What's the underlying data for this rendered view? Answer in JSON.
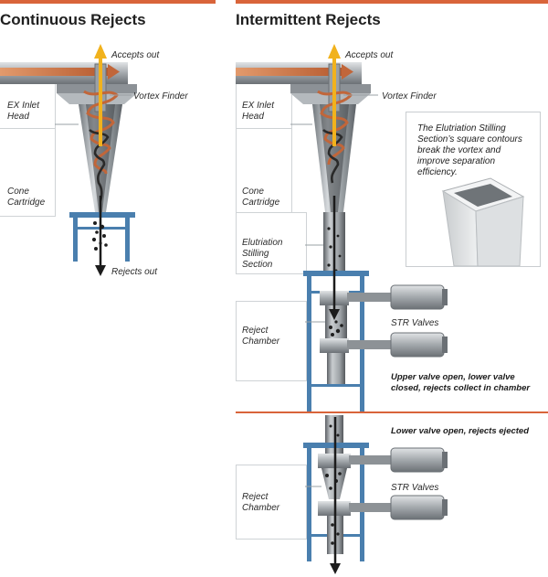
{
  "colors": {
    "accent": "#d9643a",
    "steel": "#7d8388",
    "frame": "#4a7fae",
    "arrow_up": "#f1b21d",
    "inlet": "#c1663a"
  },
  "left": {
    "title": "Continuous Rejects",
    "labels": {
      "accepts_out": "Accepts out",
      "vortex_finder": "Vortex Finder",
      "ex_inlet_head": "EX Inlet\nHead",
      "cone_cartridge": "Cone\nCartridge",
      "rejects_out": "Rejects out"
    }
  },
  "right": {
    "title": "Intermittent Rejects",
    "labels": {
      "accepts_out": "Accepts out",
      "vortex_finder": "Vortex Finder",
      "ex_inlet_head": "EX Inlet\nHead",
      "cone_cartridge": "Cone\nCartridge",
      "elutriation": "Elutriation\nStilling\nSection",
      "reject_chamber_top": "Reject\nChamber",
      "str_valves_top": "STR Valves",
      "state_top": "Upper valve open, lower valve\nclosed, rejects collect in chamber",
      "state_bottom": "Lower valve open, rejects ejected",
      "reject_chamber_bottom": "Reject\nChamber",
      "str_valves_bottom": "STR Valves"
    },
    "inset_text": "The Elutriation Stilling Section’s square contours break the vortex and improve separation efficiency."
  }
}
